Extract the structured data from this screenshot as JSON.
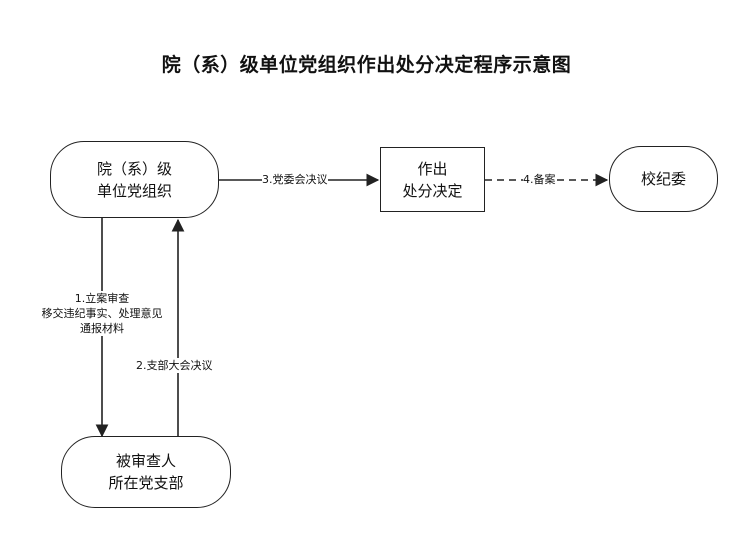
{
  "title": "院（系）级单位党组织作出处分决定程序示意图",
  "nodes": {
    "party_org": {
      "line1": "院（系）级",
      "line2": "单位党组织"
    },
    "decision": {
      "line1": "作出",
      "line2": "处分决定"
    },
    "discipline": {
      "label": "校纪委"
    },
    "branch": {
      "line1": "被审查人",
      "line2": "所在党支部"
    }
  },
  "edges": {
    "e1": {
      "line1": "1.立案审查",
      "line2": "移交违纪事实、处理意见",
      "line3": "通报材料"
    },
    "e2": {
      "label": "2.支部大会决议"
    },
    "e3": {
      "label": "3.党委会决议"
    },
    "e4": {
      "label": "4.备案"
    }
  },
  "colors": {
    "stroke": "#222222",
    "background": "#ffffff"
  }
}
